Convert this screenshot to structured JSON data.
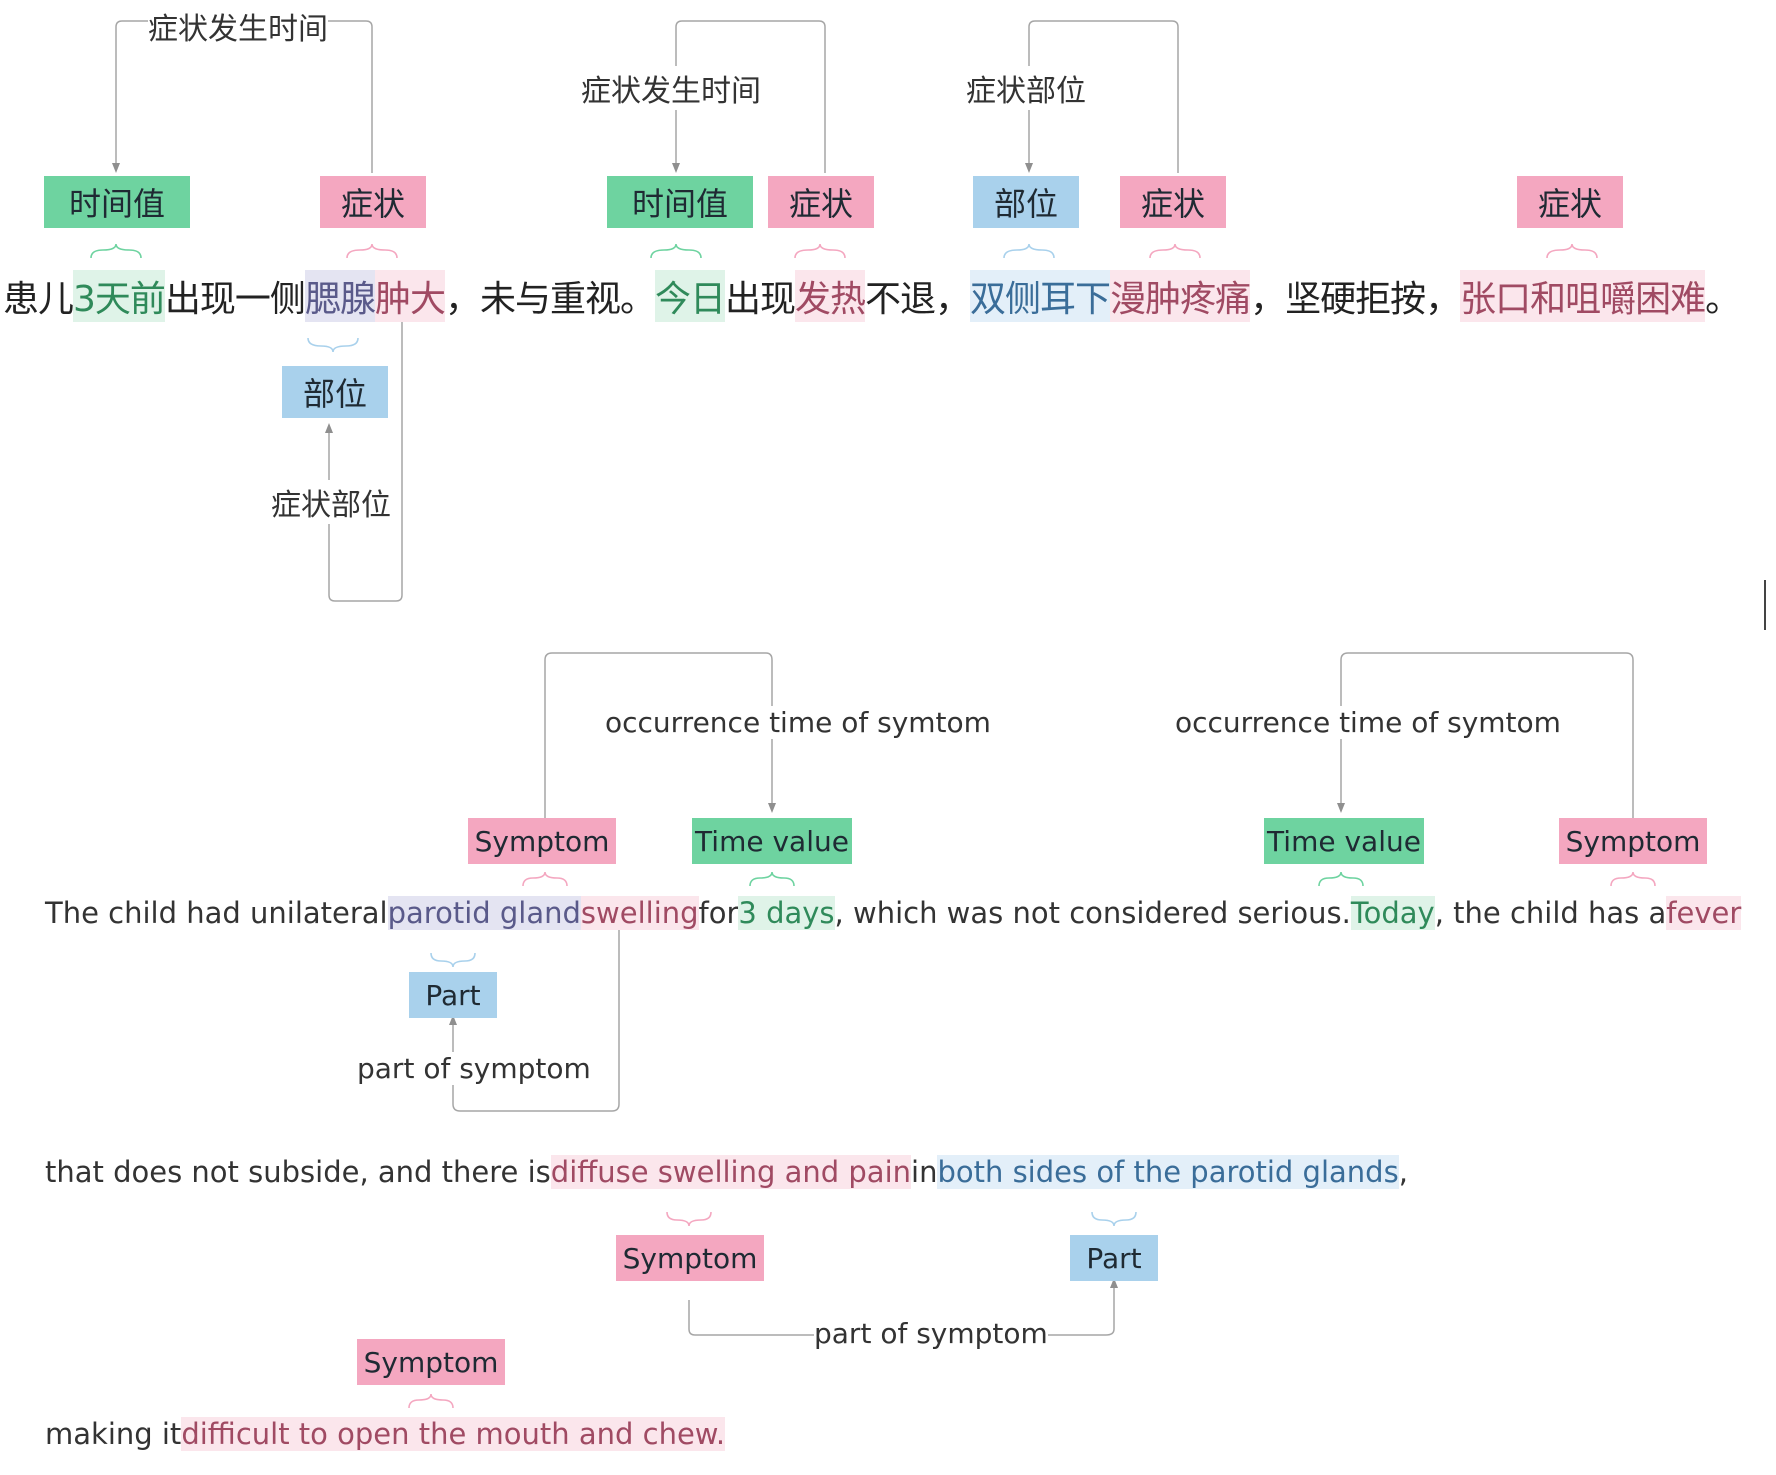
{
  "zh": {
    "sentence": {
      "s01": "患儿",
      "s02": "3天前",
      "s03": "出现一侧",
      "s04": "腮腺",
      "s05": "肿大",
      "s06": "，未与重视。",
      "s07": "今日",
      "s08": "出现",
      "s09": "发热",
      "s10": "不退，",
      "s11": "双侧耳下",
      "s12": "漫肿疼痛",
      "s13": "，坚硬拒按，",
      "s14": "张口和咀嚼困难",
      "s15": "。"
    },
    "tags": {
      "time1": "时间值",
      "sym1": "症状",
      "time2": "时间值",
      "sym2": "症状",
      "part1": "部位",
      "sym3": "症状",
      "sym4": "症状",
      "part2": "部位"
    },
    "relations": {
      "r1": "症状发生时间",
      "r2": "症状发生时间",
      "r3": "症状部位",
      "r4": "症状部位"
    }
  },
  "en": {
    "line1": {
      "a": "The child had unilateral ",
      "b": "parotid gland",
      "c": " ",
      "d": "swelling",
      "e": " for ",
      "f": "3 days",
      "g": ", which was not considered serious. ",
      "h": "Today",
      "i": ", the child has a ",
      "j": "fever"
    },
    "line2": {
      "a": "that does not subside, and there is ",
      "b": "diffuse swelling and pain",
      "c": " in ",
      "d": "both sides of the parotid glands",
      "e": ","
    },
    "line3": {
      "a": "making it ",
      "b": "difficult to open the mouth and chew."
    },
    "tags": {
      "sym1": "Symptom",
      "time1": "Time value",
      "time2": "Time value",
      "sym2": "Symptom",
      "part1": "Part",
      "sym3": "Symptom",
      "part2": "Part",
      "sym4": "Symptom"
    },
    "relations": {
      "r1": "occurrence time of symtom",
      "r2": "occurrence time of symtom",
      "r3": "part of symptom",
      "r4": "part of symptom"
    }
  },
  "colors": {
    "time_tag": "#6ed3a0",
    "symptom_tag": "#f4a7c0",
    "part_tag": "#a9d1ec",
    "time_highlight": "#dff3e8",
    "symptom_highlight": "#fbe6ec",
    "part_highlight": "#e3eff9",
    "connector": "#9a9a9a"
  }
}
